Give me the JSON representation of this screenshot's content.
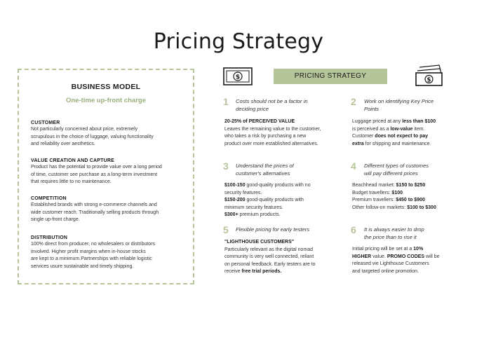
{
  "title": "Pricing Strategy",
  "business_model": {
    "heading": "BUSINESS MODEL",
    "subheading": "One-time up-front charge",
    "sections": [
      {
        "heading": "CUSTOMER",
        "lines": [
          "Not particularly concerned about price, extremely",
          "scrupulous in the choice of luggage, valuing functionality",
          "and reliability over aesthetics."
        ]
      },
      {
        "heading": "VALUE CREATION AND CAPTURE",
        "lines": [
          "Product has the potential to provide value over a long period",
          "of time, customer see purchase as a long-term investment",
          "that requires little to no maintenance."
        ]
      },
      {
        "heading": "COMPETITION",
        "lines": [
          "Established brands with strong e-commerce channels and",
          "wide customer reach. Traditionally selling products through",
          "single up-front charge."
        ]
      },
      {
        "heading": "DISTRIBUTION",
        "lines": [
          "100% direct from producer, no wholesalers or distributors",
          "involved. Higher profit margins when in-house stocks",
          "are kept to a minimum.Partnerships with reliable logistic",
          "services usure sustainable and timely shipping."
        ]
      }
    ]
  },
  "pricing": {
    "banner": "PRICING STRATEGY",
    "icons": [
      "money-bill-icon",
      "money-stack-icon"
    ],
    "accent_color": "#b6c49a",
    "items": [
      {
        "number": "1",
        "quote": [
          "Costs should not be a factor in",
          "deciding price"
        ],
        "lines": [
          [
            {
              "b": "20-25% of PERCEIVED VALUE"
            }
          ],
          [
            {
              "t": "Leaves the remaining value to the customer,"
            }
          ],
          [
            {
              "t": "who takes a risk by purchasing a new"
            }
          ],
          [
            {
              "t": "product over more established alternatives."
            }
          ]
        ]
      },
      {
        "number": "2",
        "quote": [
          "Work on identifying Key Price",
          "Points"
        ],
        "lines": [
          [
            {
              "t": "Luggage priced at any "
            },
            {
              "b": "less than $100"
            }
          ],
          [
            {
              "t": "is perceived as a "
            },
            {
              "b": "low-value"
            },
            {
              "t": " item."
            }
          ],
          [
            {
              "t": "Customer "
            },
            {
              "b": "does not expect to pay"
            }
          ],
          [
            {
              "b": "extra"
            },
            {
              "t": " for shipping and maintenance."
            }
          ]
        ]
      },
      {
        "number": "3",
        "quote": [
          "Understand the prices of",
          "customer's alternatives"
        ],
        "lines": [
          [
            {
              "b": "$100-150"
            },
            {
              "t": " good-quality products with no"
            }
          ],
          [
            {
              "t": "security features."
            }
          ],
          [
            {
              "b": "$150-200"
            },
            {
              "t": " good-quality products with"
            }
          ],
          [
            {
              "t": "minimum security features."
            }
          ],
          [
            {
              "b": "$300+"
            },
            {
              "t": " premium products."
            }
          ]
        ]
      },
      {
        "number": "4",
        "quote": [
          "Different types of customes",
          "will pay different prices"
        ],
        "lines": [
          [
            {
              "t": "Beachhead market: "
            },
            {
              "b": "$150 to $250"
            }
          ],
          [
            {
              "t": "Budget travellers: "
            },
            {
              "b": "$100"
            }
          ],
          [
            {
              "t": "Premium travellers: "
            },
            {
              "b": "$450 to $900"
            }
          ],
          [
            {
              "t": "Other follow-on markets: "
            },
            {
              "b": "$100 to $300"
            }
          ]
        ]
      },
      {
        "number": "5",
        "quote": [
          "Flexible pricing for early testers"
        ],
        "lines": [
          [
            {
              "b": "\"LIGHTHOUSE CUSTOMERS\""
            }
          ],
          [
            {
              "t": "Particularly relevant as the digital nomad"
            }
          ],
          [
            {
              "t": "community is very well connected, reliant"
            }
          ],
          [
            {
              "t": "on personal feedback. Early testers are to"
            }
          ],
          [
            {
              "t": "receive "
            },
            {
              "b": "free trial periods."
            }
          ]
        ]
      },
      {
        "number": "6",
        "quote": [
          "It is always easier to drop",
          "the price than to rise it"
        ],
        "lines": [
          [
            {
              "t": "Initial pricing will be set at a "
            },
            {
              "b": "10%"
            }
          ],
          [
            {
              "b": "HIGHER"
            },
            {
              "t": " value. "
            },
            {
              "b": "PROMO CODES"
            },
            {
              "t": " will be"
            }
          ],
          [
            {
              "t": "released vie Lighthouse Customers"
            }
          ],
          [
            {
              "t": "and targeted online promotion."
            }
          ]
        ]
      }
    ]
  }
}
